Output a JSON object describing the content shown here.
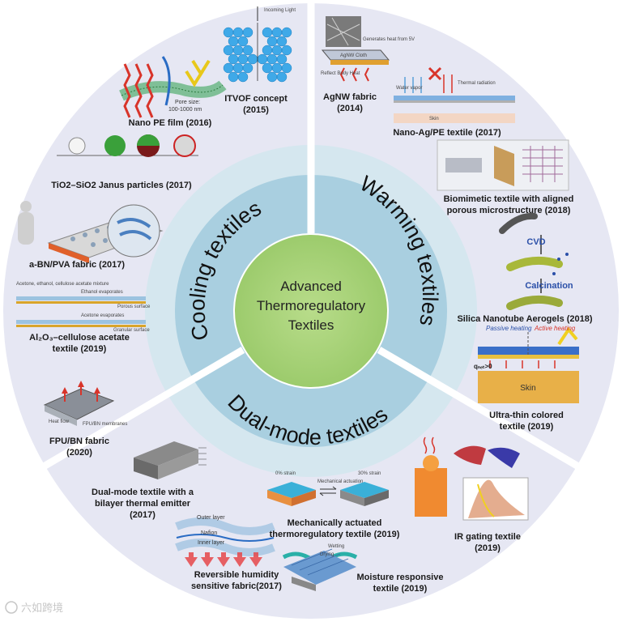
{
  "center": {
    "lines": [
      "Advanced",
      "Thermoregulatory",
      "Textiles"
    ]
  },
  "categories": {
    "cooling": "Cooling textiles",
    "warming": "Warming textiles",
    "dual": "Dual-mode textiles"
  },
  "items": {
    "nano_pe_film": "Nano PE film (2016)",
    "itvof_l1": "ITVOF concept",
    "itvof_l2": "(2015)",
    "tio2_janus": "TiO2–SiO2 Janus particles (2017)",
    "abn_pva": "a-BN/PVA fabric (2017)",
    "al2o3_l1": "Al₂O₃–cellulose  acetate",
    "al2o3_l2": "textile (2019)",
    "fpu_l1": "FPU/BN fabric",
    "fpu_l2": "(2020)",
    "agnw_l1": "AgNW fabric",
    "agnw_l2": "(2014)",
    "nanoag_pe": "Nano-Ag/PE textile (2017)",
    "biomimetic_l1": "Biomimetic textile with aligned",
    "biomimetic_l2": "porous microstructure (2018)",
    "silica": "Silica Nanotube Aerogels (2018)",
    "ultrathin_l1": "Ultra-thin colored",
    "ultrathin_l2": "textile (2019)",
    "dual_bilayer_l1": "Dual-mode textile with a",
    "dual_bilayer_l2": "bilayer thermal emitter",
    "dual_bilayer_l3": "(2017)",
    "mech_l1": "Mechanically actuated",
    "mech_l2": "thermoregulatory textile (2019)",
    "ir_l1": "IR gating textile",
    "ir_l2": "(2019)",
    "humidity_l1": "Reversible humidity",
    "humidity_l2": "sensitive fabric(2017)",
    "moisture_l1": "Moisture  responsive",
    "moisture_l2": "textile (2019)"
  },
  "figure_text": {
    "pore_size_l1": "Pore size:",
    "pore_size_l2": "100-1000 nm",
    "incoming_light": "Incoming Light",
    "cvd": "CVD",
    "calcination": "Calcination",
    "passive_heating": "Passive heating",
    "active_heating": "Active heating",
    "skin": "Skin",
    "qnet": "qₙₑₜ>0",
    "outer_layer": "Outer layer",
    "nafion": "Nafion",
    "inner_layer": "Inner layer",
    "water_vapor": "Water vapor",
    "thermal_radiation": "Thermal radiation",
    "reflect_body_heat": "Reflect Body Heat",
    "generates_heat": "Generates heat from 5V",
    "agnw_cloth": "AgNW Cloth",
    "acetone_mix": "Acetone, ethanol, cellulose acetate mixture",
    "ethanol_evap": "Ethanol evaporates",
    "acetone_evap": "Acetone evaporates",
    "porous_surface": "Porous surface",
    "granular_surface": "Granular surface",
    "heat_flow": "Heat flow",
    "fpu_bn_membranes": "FPU/BN membranes",
    "mechanical_actuation": "Mechanical actuation",
    "strain_0": "0% strain",
    "strain_30": "30% strain",
    "wetting": "Wetting",
    "drying": "Drying"
  },
  "watermark": "六如跨境",
  "colors": {
    "outer_ring": "#e6e7f3",
    "band": "#cfe3ec",
    "inner_band": "#a9cfe0",
    "center": "#a8d37a",
    "divider": "#ffffff",
    "accent_red": "#d8342a",
    "accent_blue": "#2a4fa8"
  }
}
